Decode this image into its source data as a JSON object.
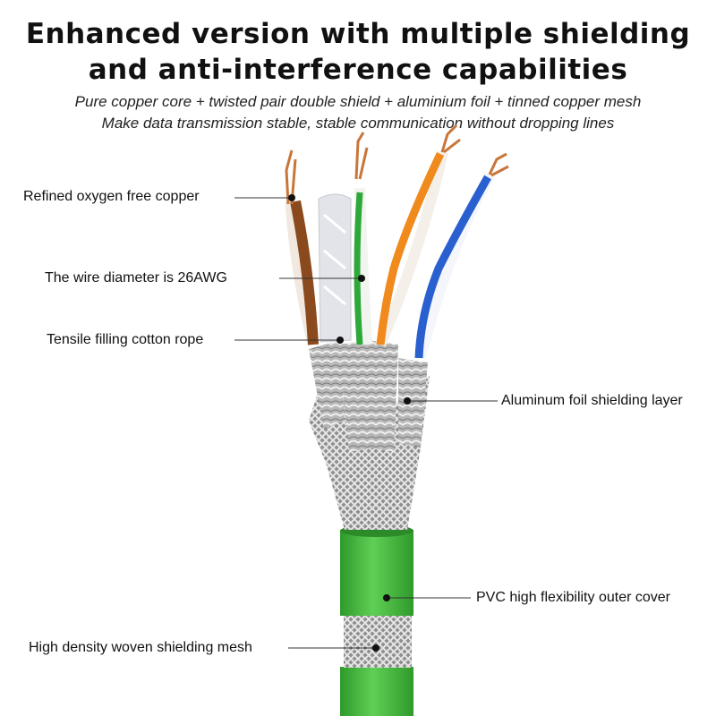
{
  "header": {
    "title_line1": "Enhanced version with multiple shielding",
    "title_line2": "and anti-interference capabilities",
    "subtitle_line1": "Pure copper core + twisted pair double shield + aluminium foil + tinned copper mesh",
    "subtitle_line2": "Make data transmission stable, stable communication without dropping lines"
  },
  "callouts": {
    "copper": "Refined oxygen free copper",
    "diameter": "The wire diameter is 26AWG",
    "rope": "Tensile filling cotton rope",
    "foil": "Aluminum foil shielding layer",
    "cover": "PVC high flexibility outer cover",
    "mesh": "High density woven shielding mesh"
  },
  "colors": {
    "jacket": "#3fb53a",
    "wire_brown": "#8a4a1e",
    "wire_green": "#2fa83a",
    "wire_orange": "#f08a1c",
    "wire_blue": "#2a5fd0",
    "copper": "#c8763a",
    "foil": "#c9c9c9"
  }
}
